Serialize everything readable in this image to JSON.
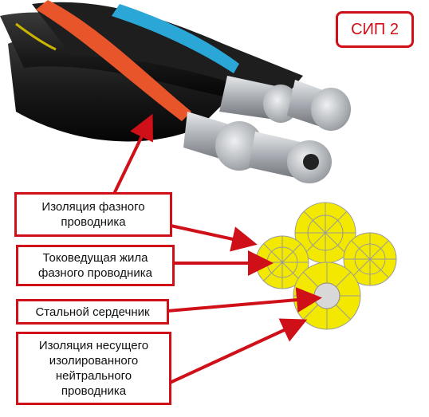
{
  "badge": "СИП 2",
  "labels": {
    "phase_insulation": "Изоляция фазного\nпроводника",
    "phase_conductor": "Токоведущая жила\nфазного проводника",
    "steel_core": "Стальной сердечник",
    "neutral_insulation": "Изоляция несущего\nизолированного\nнейтрального\nпроводника"
  },
  "colors": {
    "callout_red": "#d01018",
    "cable_black": "#1b1b1b",
    "stripe_orange": "#e8552a",
    "stripe_blue": "#2aa7d6",
    "aluminum": "#b8bcc2",
    "cross_section_yellow": "#f3e800"
  }
}
